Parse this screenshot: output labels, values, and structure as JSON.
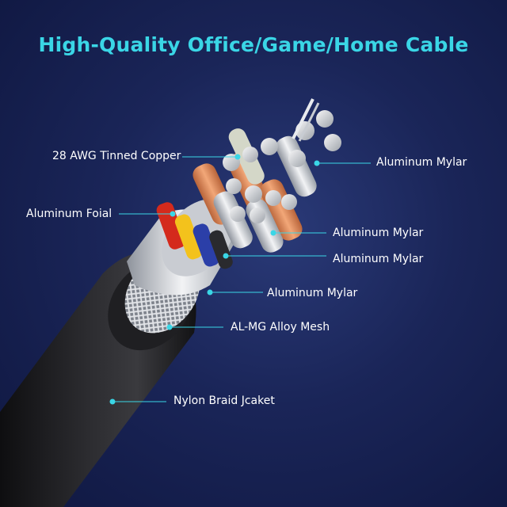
{
  "title": "High-Quality Office/Game/Home Cable",
  "colors": {
    "title": "#3ad6e6",
    "leader": "#3ad6e6",
    "background": "#1a2558",
    "jacket": "#1c1c1e",
    "copper": "#e08a55",
    "red": "#d42a1c",
    "silver": "#d9dbe0"
  },
  "labels": [
    {
      "id": "tinned-copper",
      "text": "28 AWG Tinned Copper"
    },
    {
      "id": "aluminum-foial",
      "text": "Aluminum Foial"
    },
    {
      "id": "aluminum-mylar-1",
      "text": "Aluminum Mylar"
    },
    {
      "id": "aluminum-mylar-2",
      "text": "Aluminum Mylar"
    },
    {
      "id": "aluminum-mylar-3",
      "text": "Aluminum Mylar"
    },
    {
      "id": "aluminum-mylar-4",
      "text": "Aluminum Mylar"
    },
    {
      "id": "alloy-mesh",
      "text": "AL-MG Alloy Mesh"
    },
    {
      "id": "nylon-jacket",
      "text": "Nylon Braid Jcaket"
    }
  ]
}
